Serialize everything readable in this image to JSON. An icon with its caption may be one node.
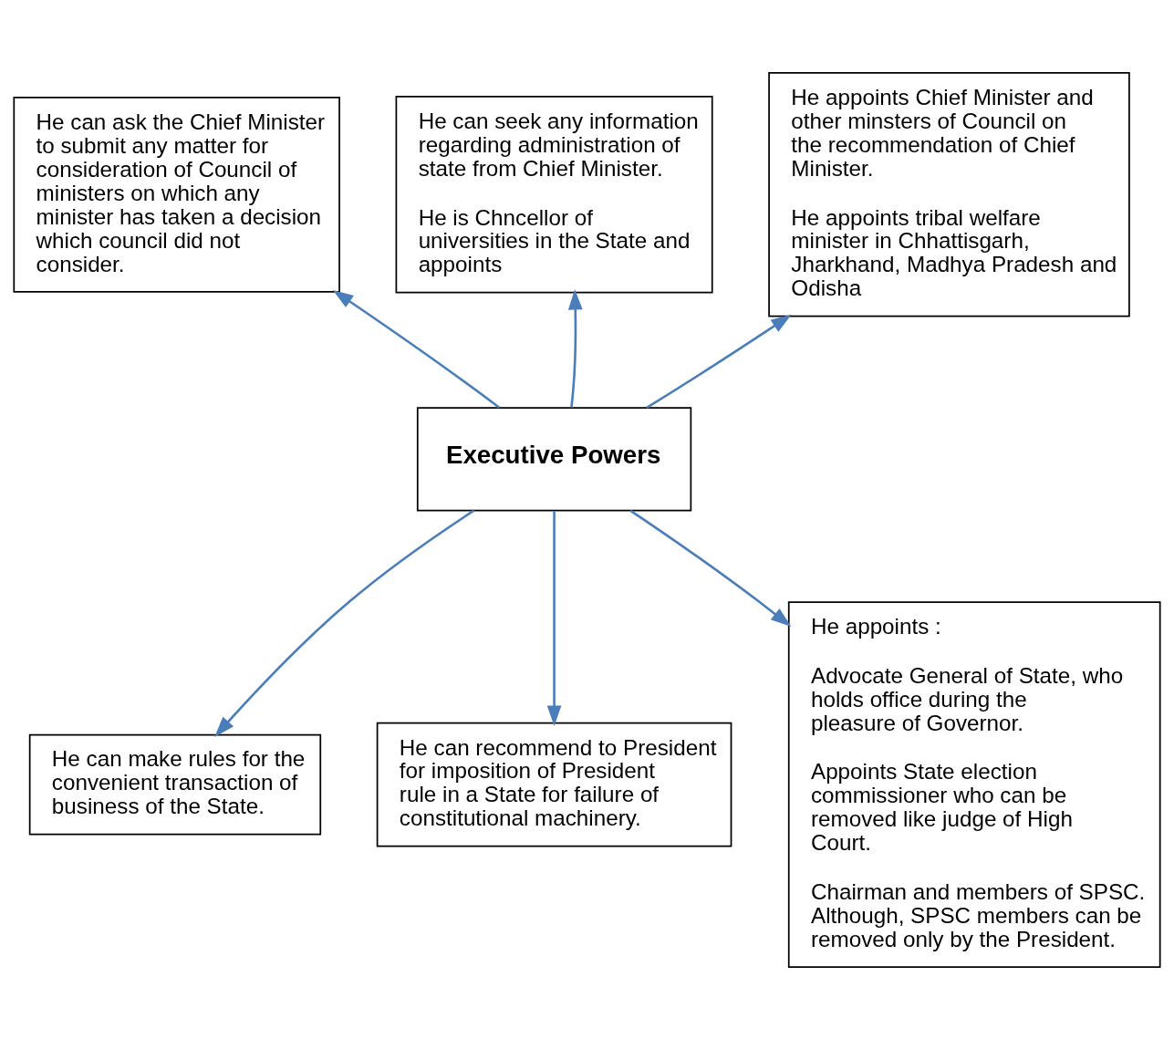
{
  "diagram": {
    "nodes": [
      {
        "text": [
          "Executive Powers"
        ]
      },
      {
        "text": [
          "He can ask the Chief Minister to submit any matter for consideration of Council of ministers on which any minister has taken a decision which council did not consider."
        ]
      },
      {
        "text": [
          "He can seek any information regarding administration of state from Chief Minister.",
          "He is Chncellor of universities in the State and appoints"
        ]
      },
      {
        "text": [
          "He appoints Chief Minister and other minsters of Council on the recommendation of Chief Minister.",
          "He appoints tribal welfare minister in Chhattisgarh, Jharkhand, Madhya Pradesh and Odisha"
        ]
      },
      {
        "text": [
          "He can make rules for the convenient transaction of business of the State."
        ]
      },
      {
        "text": [
          "He can recommend to President for imposition of President rule in a State for failure of constitutional machinery."
        ]
      },
      {
        "text": [
          "He appoints :",
          "Advocate General of State, who holds office during the pleasure of Governor.",
          "Appoints State election commissioner who can be removed like judge of High Court.",
          "Chairman and members of SPSC. Although, SPSC members can be removed only by the President."
        ]
      }
    ],
    "edges": [
      {
        "from": 0,
        "to": 1,
        "arrow": "to"
      },
      {
        "from": 0,
        "to": 2,
        "arrow": "to"
      },
      {
        "from": 0,
        "to": 3,
        "arrow": "to"
      },
      {
        "from": 0,
        "to": 4,
        "arrow": "to"
      },
      {
        "from": 0,
        "to": 5,
        "arrow": "to"
      },
      {
        "from": 0,
        "to": 6,
        "arrow": "to"
      }
    ]
  }
}
